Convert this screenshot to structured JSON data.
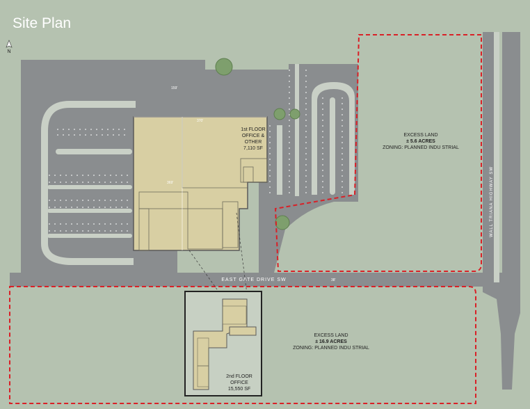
{
  "title": "Site Plan",
  "north_label": "N",
  "road_dims": {
    "top_access": "159'",
    "building_width": "370'",
    "building_depth": "369'",
    "drive_width": "38'"
  },
  "roads": {
    "east_gate": "EAST GATE DRIVE SW",
    "wall_triana": "WALL TRIANA HIGHWAY SW"
  },
  "first_floor": {
    "line1": "1st FLOOR",
    "line2": "OFFICE &",
    "line3": "OTHER",
    "area": "7,110 SF"
  },
  "second_floor": {
    "line1": "2nd FLOOR",
    "line2": "OFFICE",
    "area": "15,550 SF"
  },
  "excess_north": {
    "line1": "EXCESS LAND",
    "line2": "± 5.6 ACRES",
    "line3": "ZONING: PLANNED INDU STRIAL"
  },
  "excess_south": {
    "line1": "EXCESS LAND",
    "line2": "± 16.9 ACRES",
    "line3": "ZONING: PLANNED INDU STRIAL"
  },
  "colors": {
    "background": "#b5c2b0",
    "pavement": "#8a8d8f",
    "building": "#d8cfa3",
    "boundary": "#d92027",
    "tree": "#7e9f6d"
  }
}
